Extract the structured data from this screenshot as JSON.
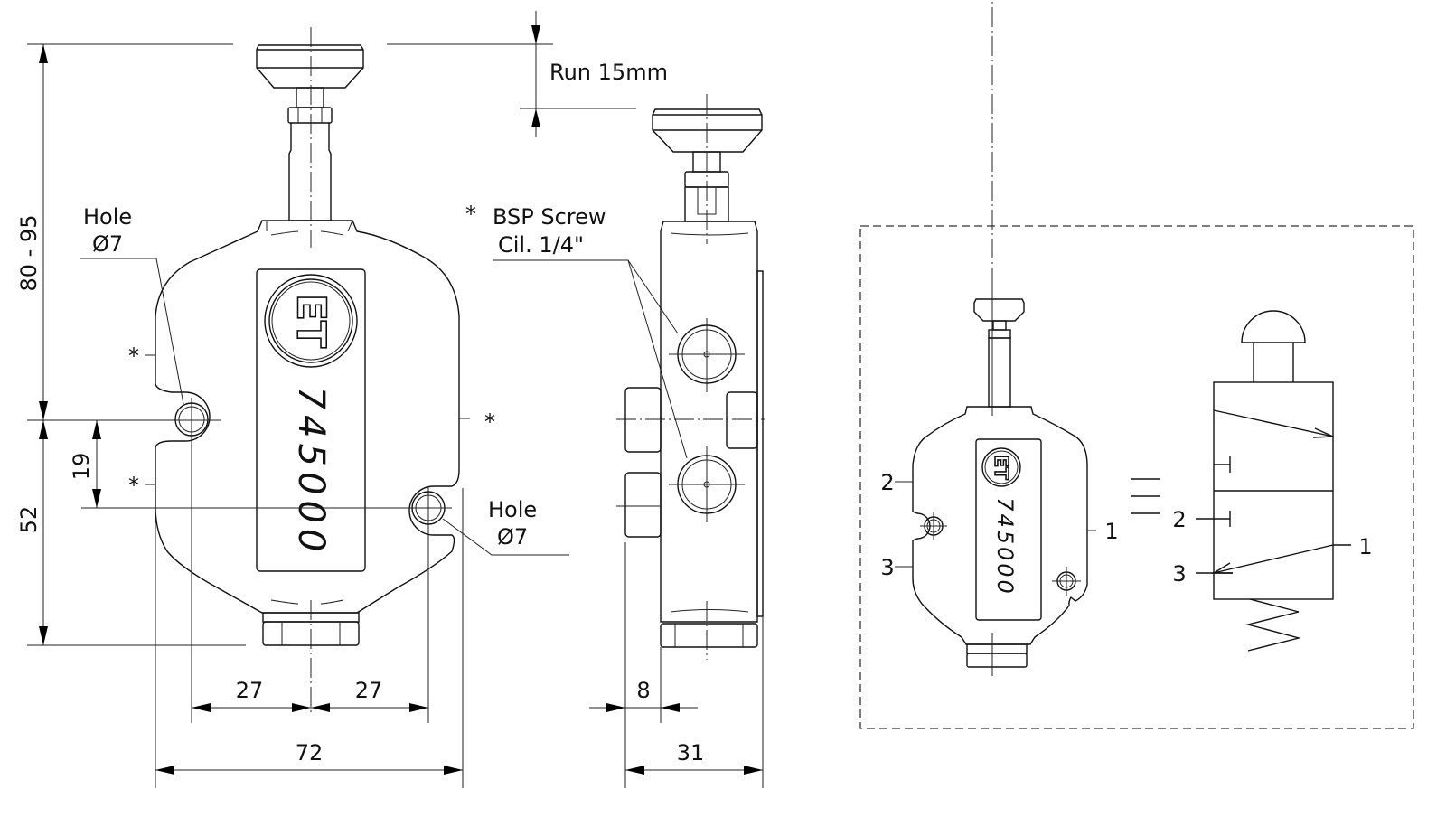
{
  "drawing": {
    "part_number": "745000",
    "logo_text": "ET",
    "front_view": {
      "hole_label_top": {
        "line1": "Hole",
        "line2": "Ø7"
      },
      "hole_label_bottom": {
        "line1": "Hole",
        "line2": "Ø7"
      },
      "port_markers": [
        "*",
        "*",
        "*"
      ]
    },
    "side_view": {
      "run_label": "Run 15mm",
      "bsp_label": {
        "marker": "*",
        "line1": "BSP Screw",
        "line2": "Cil. 1/4\""
      }
    },
    "dimensions": {
      "height_range": "80 - 95",
      "lower_height": "52",
      "hole_offset": "19",
      "hole_left": "27",
      "hole_right": "27",
      "total_width": "72",
      "side_offset": "8",
      "side_depth": "31"
    },
    "schematic": {
      "ports_left": [
        "2",
        "3"
      ],
      "port_right": "1",
      "symbol_ports": {
        "port2": "2",
        "port3": "3",
        "port1": "1"
      }
    }
  }
}
